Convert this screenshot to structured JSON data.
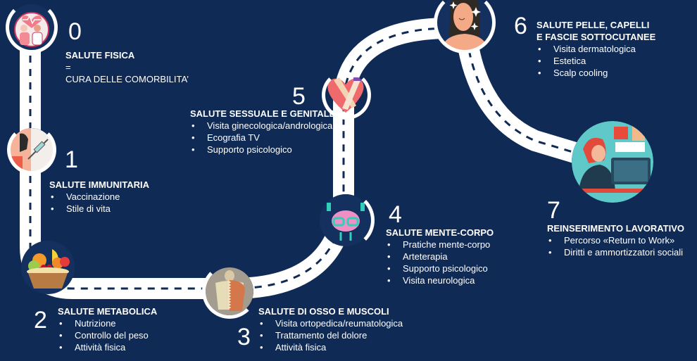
{
  "colors": {
    "background": "#0f2a55",
    "road": "#ffffff",
    "road_dash": "#0f2a55",
    "text": "#ffffff"
  },
  "steps": [
    {
      "number": "0",
      "title": "SALUTE FISICA",
      "lines": [
        "=",
        "CURA DELLE COMORBILITA’"
      ],
      "icon": "doctor-patient-heart-icon"
    },
    {
      "number": "1",
      "title": "SALUTE IMMUNITARIA",
      "items": [
        "Vaccinazione",
        "Stile di vita"
      ],
      "icon": "vaccine-syringe-icon"
    },
    {
      "number": "2",
      "title": "SALUTE METABOLICA",
      "items": [
        "Nutrizione",
        "Controllo del peso",
        "Attività fisica"
      ],
      "icon": "fruit-basket-icon"
    },
    {
      "number": "3",
      "title": "SALUTE DI OSSO E MUSCOLI",
      "items": [
        "Visita ortopedica/reumatologica",
        "Trattamento del dolore",
        "Attività fisica"
      ],
      "icon": "skeleton-muscle-icon"
    },
    {
      "number": "4",
      "title": "SALUTE MENTE-CORPO",
      "items": [
        "Pratiche mente-corpo",
        "Arteterapia",
        "Supporto psicologico",
        "Visita neurologica"
      ],
      "icon": "brain-dumbbells-icon"
    },
    {
      "number": "5",
      "title": "SALUTE SESSUALE E GENITALE",
      "items": [
        "Visita ginecologica/andrologica",
        "Ecografia TV",
        "Supporto psicologico"
      ],
      "icon": "holding-hands-heart-icon"
    },
    {
      "number": "6",
      "title": "SALUTE PELLE, CAPELLI",
      "title2": "E FASCIE SOTTOCUTANEE",
      "items": [
        "Visita dermatologica",
        "Estetica",
        "Scalp cooling"
      ],
      "icon": "woman-skin-sparkle-icon"
    },
    {
      "number": "7",
      "title": "REINSERIMENTO LAVORATIVO",
      "items": [
        "Percorso «Return to Work»",
        "Diritti e ammortizzatori sociali"
      ],
      "icon": "woman-at-desk-icon"
    }
  ]
}
